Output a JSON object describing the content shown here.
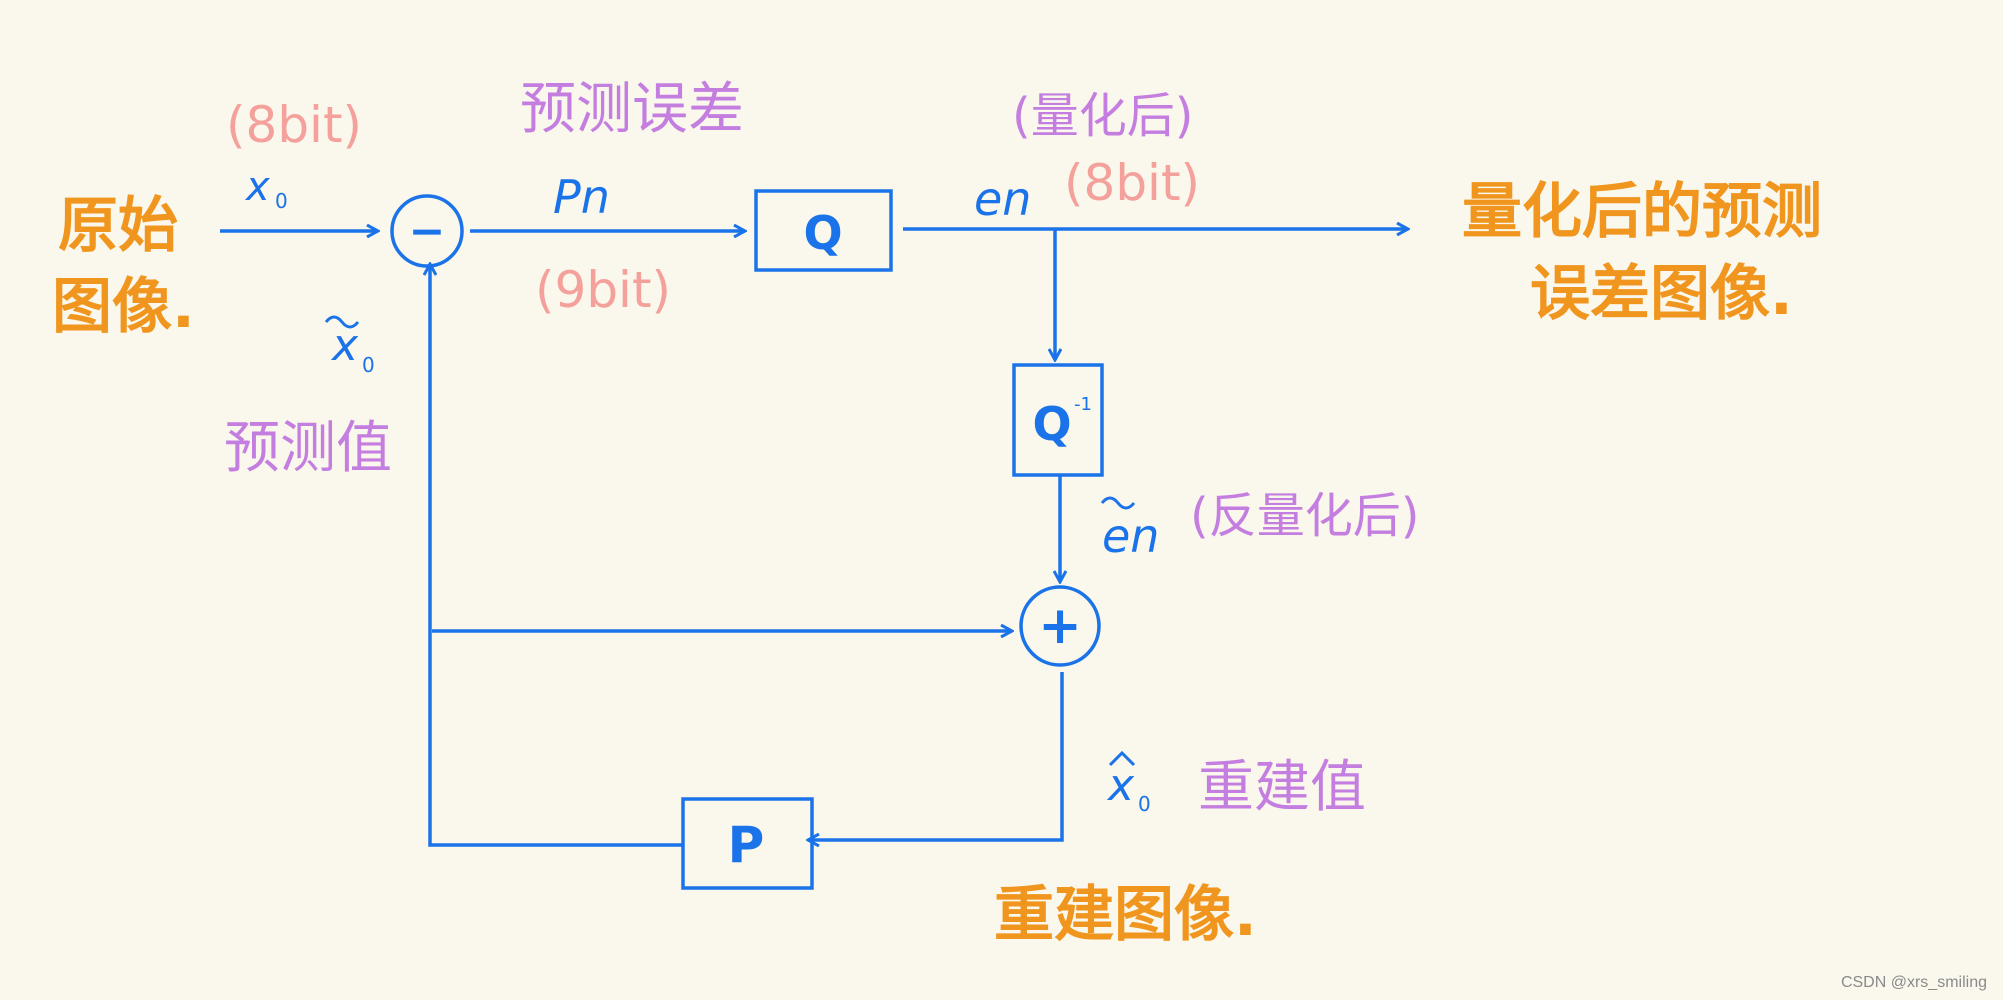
{
  "colors": {
    "background": "#faf7ec",
    "line": "#1a73e8",
    "orange": "#f0961e",
    "purple": "#c47ee0",
    "pink": "#f4a19c"
  },
  "nodes": {
    "subtract": "−",
    "add": "+",
    "quantizer": "Q",
    "inverse_quantizer": "Q",
    "inverse_sup": "-1",
    "predictor": "P"
  },
  "symbols": {
    "x0": "x",
    "x0_sub": "0",
    "x0_hat": "x",
    "x0_hat_sub": "0",
    "pn": "Pn",
    "en": "en",
    "en_tilde": "en",
    "x0_rec": "x",
    "x0_rec_sub": "0"
  },
  "labels": {
    "original_image_line1": "原始",
    "original_image_line2": "图像.",
    "bits_input": "(8bit)",
    "prediction_error": "预测误差",
    "bits_pn": "(9bit)",
    "after_quant": "(量化后)",
    "bits_en": "(8bit)",
    "output_line1": "量化后的预测",
    "output_line2": "误差图像.",
    "predicted_value": "预测值",
    "after_inv_quant": "(反量化后)",
    "reconstructed_value": "重建值",
    "reconstructed_image": "重建图像."
  },
  "watermark": "CSDN @xrs_smiling"
}
